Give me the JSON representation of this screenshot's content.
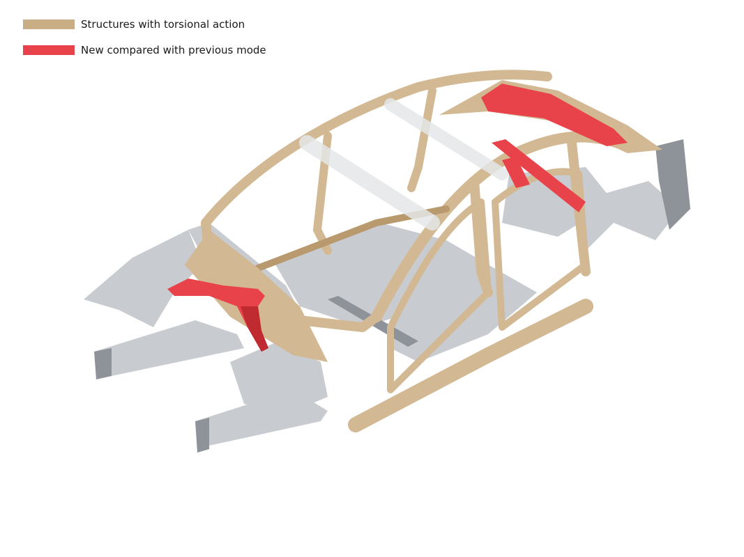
{
  "legend": {
    "items": [
      {
        "key": "torsional",
        "label": "Structures with torsional action",
        "color": "#c9ad84"
      },
      {
        "key": "new",
        "label": "New compared with previous mode",
        "color": "#e8434a"
      }
    ]
  },
  "colors": {
    "body_structure": "#d2b993",
    "body_structure_dark": "#b89a6e",
    "aluminium": "#c8cbcf",
    "aluminium_dark": "#8e9399",
    "new_part": "#e8434a",
    "new_part_dark": "#c02a31",
    "glass": "#e4e6e8"
  },
  "figure": {
    "subject": "car-body-in-white"
  }
}
